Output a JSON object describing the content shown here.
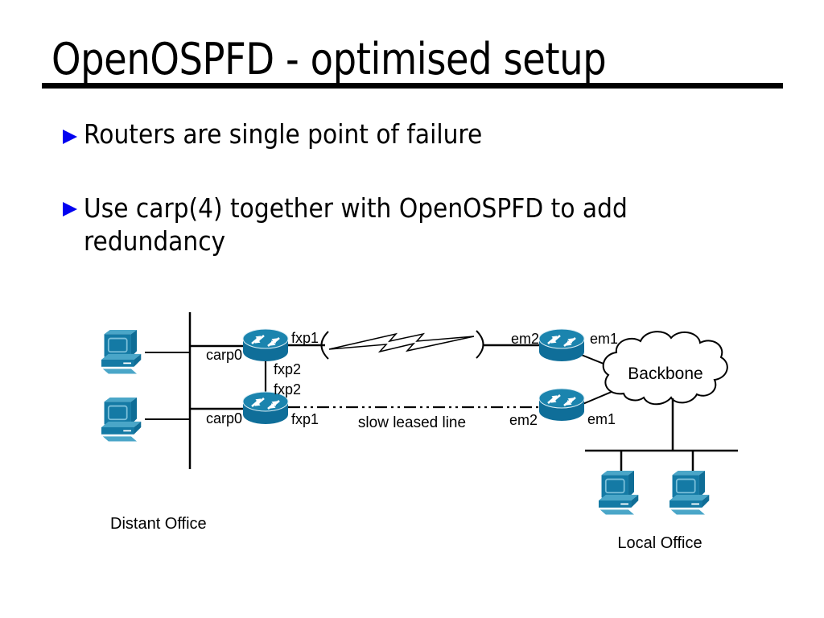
{
  "slide": {
    "title": "OpenOSPFD - optimised setup",
    "bullets": [
      {
        "lines": [
          "Routers are single point of failure",
          ""
        ]
      },
      {
        "lines": [
          "Use carp(4) together with OpenOSPFD to add",
          "redundancy"
        ]
      }
    ]
  },
  "diagram": {
    "interface_labels": {
      "carp0": "carp0",
      "fxp1": "fxp1",
      "fxp2": "fxp2",
      "em1": "em1",
      "em2": "em2"
    },
    "backbone_label": "Backbone",
    "slow_link_label": "slow leased line",
    "distant_office_label": "Distant Office",
    "local_office_label": "Local Office",
    "colors": {
      "bullet_blue": "#0202f0",
      "device_teal": "#147aa5",
      "device_teal_light": "#4aa6c8",
      "router_top_teal": "#1b84ae",
      "router_body_teal": "#0f6e99",
      "line_black": "#000000"
    }
  }
}
